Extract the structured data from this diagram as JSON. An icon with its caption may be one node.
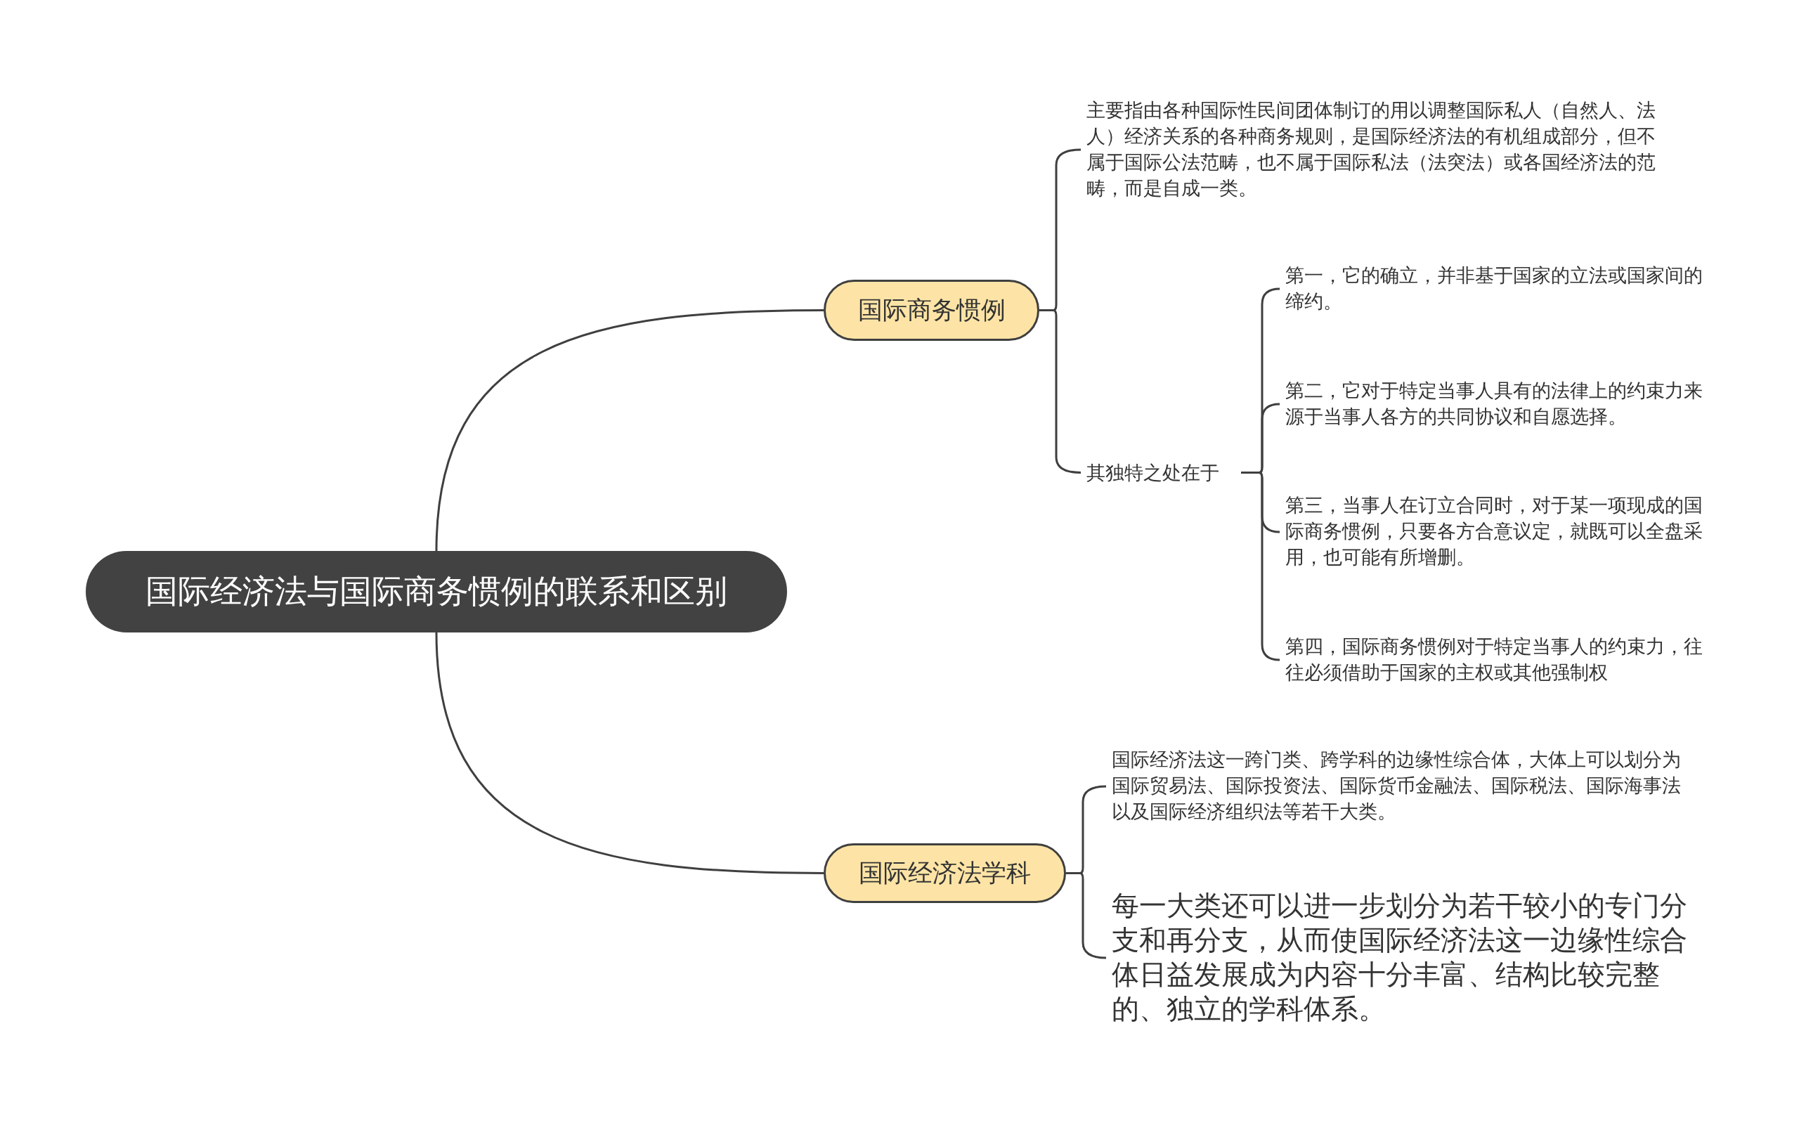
{
  "diagram": {
    "nodes": [
      {
        "text": [
          "国际经济法与国际商务惯例的联系和区别"
        ]
      },
      {
        "text": [
          "国际商务惯例"
        ]
      },
      {
        "text": [
          "国际经济法学科"
        ]
      },
      {
        "text": [
          "主要指由各种国际性民间团体制订的用以调整国际私人（自然人、法人）经济关系的各种商务规则，是国际经济法的有机组成部分，但不属于国际公法范畴，也不属于国际私法（法突法）或各国经济法的范畴，而是自成一类。"
        ]
      },
      {
        "text": [
          "其独特之处在于"
        ]
      },
      {
        "text": [
          "第一，它的确立，并非基于国家的立法或国家间的缔约。"
        ]
      },
      {
        "text": [
          "第二，它对于特定当事人具有的法律上的约束力来源于当事人各方的共同协议和自愿选择。"
        ]
      },
      {
        "text": [
          "第三，当事人在订立合同时，对于某一项现成的国际商务惯例，只要各方合意议定，就既可以全盘采用，也可能有所增删。"
        ]
      },
      {
        "text": [
          "第四，国际商务惯例对于特定当事人的约束力，往往必须借助于国家的主权或其他强制权"
        ]
      },
      {
        "text": [
          "国际经济法这一跨门类、跨学科的边缘性综合体，大体上可以划分为国际贸易法、国际投资法、国际货币金融法、国际税法、国际海事法以及国际经济组织法等若干大类。"
        ]
      },
      {
        "text": [
          "每一大类还可以进一步划分为若干较小的专门分支和再分支，从而使国际经济法这一边缘性综合体日益发展成为内容十分丰富、结构比较完整的、独立的学科体系。"
        ]
      }
    ],
    "edges": [
      {
        "from": 0,
        "to": 1,
        "arrow": "none"
      },
      {
        "from": 0,
        "to": 2,
        "arrow": "none"
      },
      {
        "from": 1,
        "to": 3,
        "arrow": "none"
      },
      {
        "from": 1,
        "to": 4,
        "arrow": "none"
      },
      {
        "from": 4,
        "to": 5,
        "arrow": "none"
      },
      {
        "from": 4,
        "to": 6,
        "arrow": "none"
      },
      {
        "from": 4,
        "to": 7,
        "arrow": "none"
      },
      {
        "from": 4,
        "to": 8,
        "arrow": "none"
      },
      {
        "from": 2,
        "to": 9,
        "arrow": "none"
      },
      {
        "from": 2,
        "to": 10,
        "arrow": "none"
      }
    ]
  }
}
